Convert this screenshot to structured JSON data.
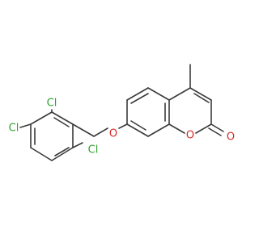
{
  "atoms": {
    "cl_top": "Cl",
    "cl_left": "Cl",
    "cl_bottom": "Cl",
    "o_ether": "O",
    "o_ring": "O",
    "o_carbonyl": "O"
  },
  "colors": {
    "bond": "#3a3a3a",
    "chlorine": "#2fa02f",
    "oxygen": "#d42a2a",
    "background": "#ffffff"
  }
}
